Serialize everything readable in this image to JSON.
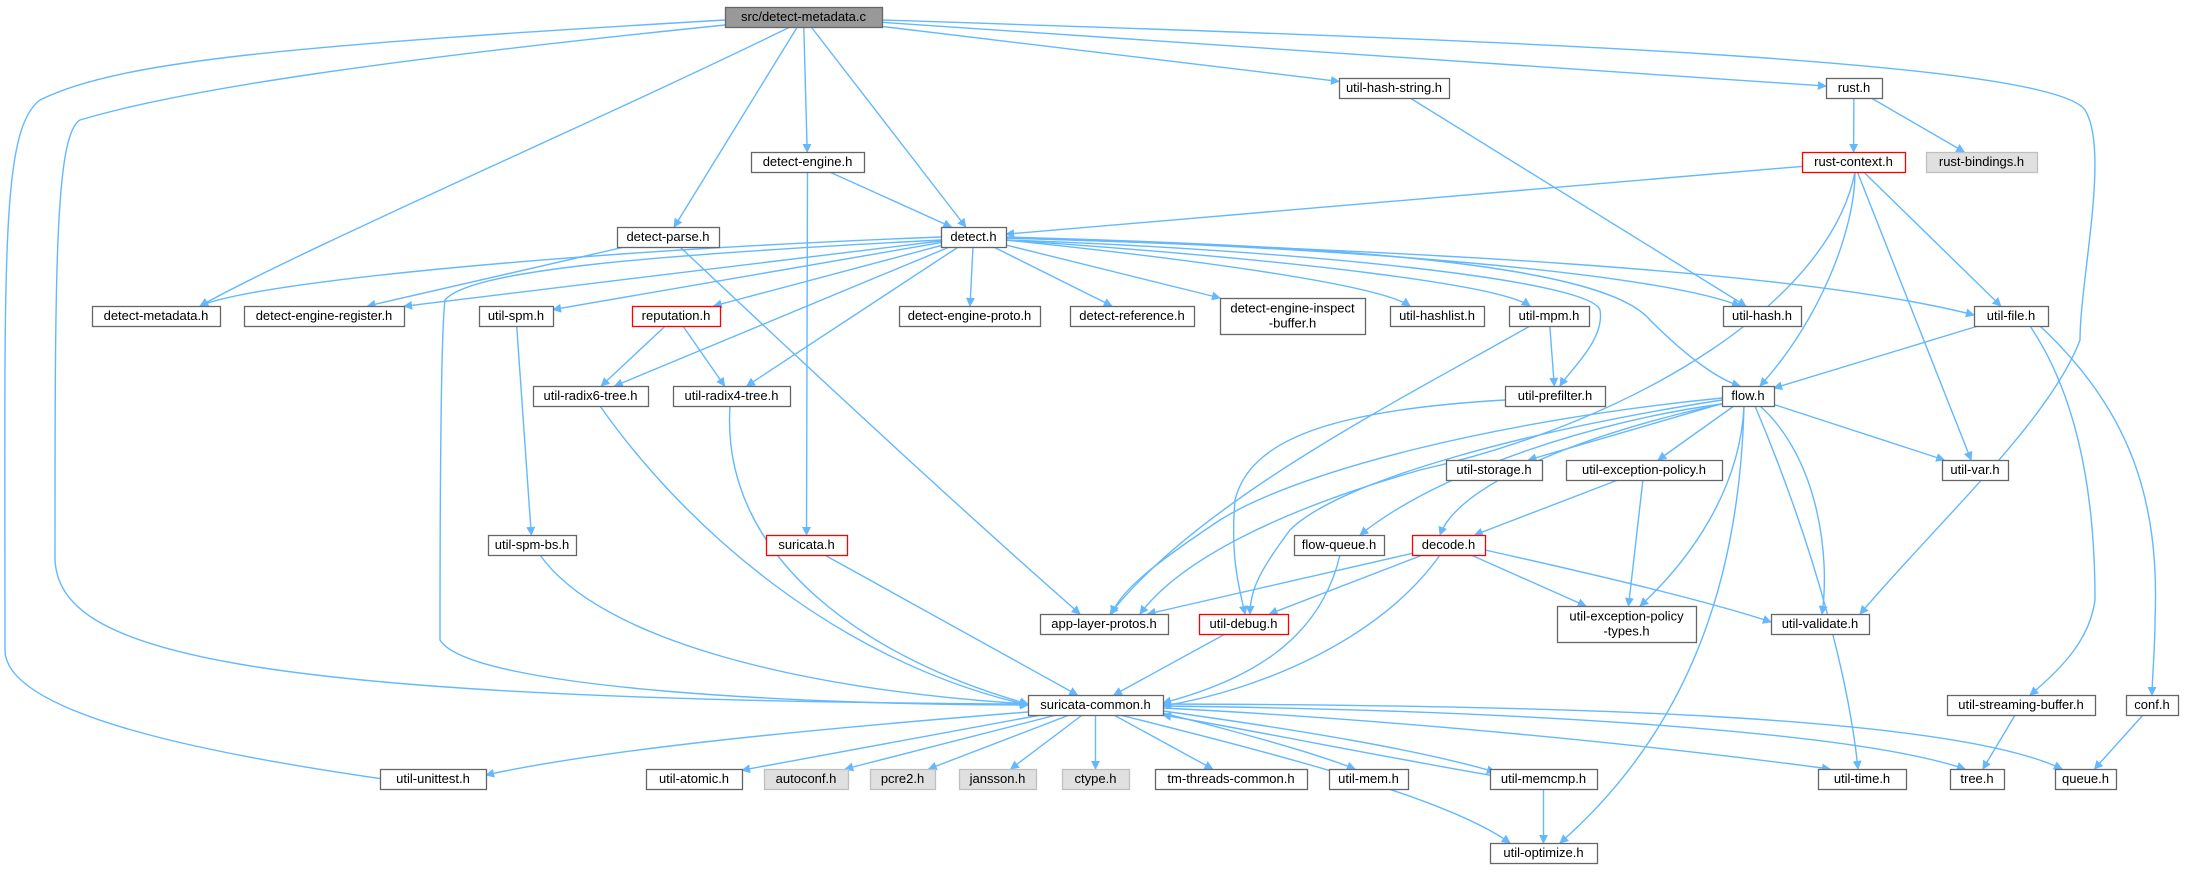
{
  "colors": {
    "edge": "#63b8ff",
    "node_fill": "#ffffff",
    "node_border": "#666666",
    "root_fill": "#999999",
    "external_fill": "#e0e0e0",
    "truncated_border": "#ff0000"
  },
  "nodes": [
    {
      "id": "root",
      "lines": [
        "src/detect-metadata.c"
      ],
      "style": "root"
    },
    {
      "id": "util-hash-string",
      "lines": [
        "util-hash-string.h"
      ],
      "style": "normal"
    },
    {
      "id": "rust",
      "lines": [
        "rust.h"
      ],
      "style": "normal"
    },
    {
      "id": "detect-engine",
      "lines": [
        "detect-engine.h"
      ],
      "style": "normal"
    },
    {
      "id": "rust-context",
      "lines": [
        "rust-context.h"
      ],
      "style": "truncated"
    },
    {
      "id": "rust-bindings",
      "lines": [
        "rust-bindings.h"
      ],
      "style": "external"
    },
    {
      "id": "detect-parse",
      "lines": [
        "detect-parse.h"
      ],
      "style": "normal"
    },
    {
      "id": "detect",
      "lines": [
        "detect.h"
      ],
      "style": "normal"
    },
    {
      "id": "detect-metadata",
      "lines": [
        "detect-metadata.h"
      ],
      "style": "normal"
    },
    {
      "id": "detect-engine-register",
      "lines": [
        "detect-engine-register.h"
      ],
      "style": "normal"
    },
    {
      "id": "util-spm",
      "lines": [
        "util-spm.h"
      ],
      "style": "normal"
    },
    {
      "id": "reputation",
      "lines": [
        "reputation.h"
      ],
      "style": "truncated"
    },
    {
      "id": "detect-engine-proto",
      "lines": [
        "detect-engine-proto.h"
      ],
      "style": "normal"
    },
    {
      "id": "detect-reference",
      "lines": [
        "detect-reference.h"
      ],
      "style": "normal"
    },
    {
      "id": "detect-engine-inspect-buffer",
      "lines": [
        "detect-engine-inspect",
        "-buffer.h"
      ],
      "style": "normal"
    },
    {
      "id": "util-hashlist",
      "lines": [
        "util-hashlist.h"
      ],
      "style": "normal"
    },
    {
      "id": "util-mpm",
      "lines": [
        "util-mpm.h"
      ],
      "style": "normal"
    },
    {
      "id": "util-hash",
      "lines": [
        "util-hash.h"
      ],
      "style": "normal"
    },
    {
      "id": "util-file",
      "lines": [
        "util-file.h"
      ],
      "style": "normal"
    },
    {
      "id": "util-radix6-tree",
      "lines": [
        "util-radix6-tree.h"
      ],
      "style": "normal"
    },
    {
      "id": "util-radix4-tree",
      "lines": [
        "util-radix4-tree.h"
      ],
      "style": "normal"
    },
    {
      "id": "util-prefilter",
      "lines": [
        "util-prefilter.h"
      ],
      "style": "normal"
    },
    {
      "id": "flow",
      "lines": [
        "flow.h"
      ],
      "style": "normal"
    },
    {
      "id": "util-storage",
      "lines": [
        "util-storage.h"
      ],
      "style": "normal"
    },
    {
      "id": "util-exception-policy",
      "lines": [
        "util-exception-policy.h"
      ],
      "style": "normal"
    },
    {
      "id": "util-var",
      "lines": [
        "util-var.h"
      ],
      "style": "normal"
    },
    {
      "id": "util-spm-bs",
      "lines": [
        "util-spm-bs.h"
      ],
      "style": "normal"
    },
    {
      "id": "suricata",
      "lines": [
        "suricata.h"
      ],
      "style": "truncated"
    },
    {
      "id": "flow-queue",
      "lines": [
        "flow-queue.h"
      ],
      "style": "normal"
    },
    {
      "id": "decode",
      "lines": [
        "decode.h"
      ],
      "style": "truncated"
    },
    {
      "id": "app-layer-protos",
      "lines": [
        "app-layer-protos.h"
      ],
      "style": "normal"
    },
    {
      "id": "util-debug",
      "lines": [
        "util-debug.h"
      ],
      "style": "truncated"
    },
    {
      "id": "util-exception-policy-types",
      "lines": [
        "util-exception-policy",
        "-types.h"
      ],
      "style": "normal"
    },
    {
      "id": "util-validate",
      "lines": [
        "util-validate.h"
      ],
      "style": "normal"
    },
    {
      "id": "suricata-common",
      "lines": [
        "suricata-common.h"
      ],
      "style": "normal"
    },
    {
      "id": "util-streaming-buffer",
      "lines": [
        "util-streaming-buffer.h"
      ],
      "style": "normal"
    },
    {
      "id": "conf",
      "lines": [
        "conf.h"
      ],
      "style": "normal"
    },
    {
      "id": "util-unittest",
      "lines": [
        "util-unittest.h"
      ],
      "style": "normal"
    },
    {
      "id": "util-atomic",
      "lines": [
        "util-atomic.h"
      ],
      "style": "normal"
    },
    {
      "id": "autoconf",
      "lines": [
        "autoconf.h"
      ],
      "style": "external"
    },
    {
      "id": "pcre2",
      "lines": [
        "pcre2.h"
      ],
      "style": "external"
    },
    {
      "id": "jansson",
      "lines": [
        "jansson.h"
      ],
      "style": "external"
    },
    {
      "id": "ctype",
      "lines": [
        "ctype.h"
      ],
      "style": "external"
    },
    {
      "id": "tm-threads-common",
      "lines": [
        "tm-threads-common.h"
      ],
      "style": "normal"
    },
    {
      "id": "util-mem",
      "lines": [
        "util-mem.h"
      ],
      "style": "normal"
    },
    {
      "id": "util-memcmp",
      "lines": [
        "util-memcmp.h"
      ],
      "style": "normal"
    },
    {
      "id": "util-time",
      "lines": [
        "util-time.h"
      ],
      "style": "normal"
    },
    {
      "id": "tree",
      "lines": [
        "tree.h"
      ],
      "style": "normal"
    },
    {
      "id": "queue",
      "lines": [
        "queue.h"
      ],
      "style": "normal"
    },
    {
      "id": "util-optimize",
      "lines": [
        "util-optimize.h"
      ],
      "style": "normal"
    }
  ],
  "edges": [
    [
      "root",
      "util-hash-string"
    ],
    [
      "root",
      "rust"
    ],
    [
      "root",
      "detect-engine"
    ],
    [
      "root",
      "detect-parse"
    ],
    [
      "root",
      "detect"
    ],
    [
      "root",
      "detect-metadata"
    ],
    [
      "root",
      "util-unittest"
    ],
    [
      "root",
      "suricata-common"
    ],
    [
      "root",
      "util-validate"
    ],
    [
      "util-hash-string",
      "util-hash"
    ],
    [
      "rust",
      "rust-context"
    ],
    [
      "rust",
      "rust-bindings"
    ],
    [
      "rust-context",
      "detect"
    ],
    [
      "rust-context",
      "util-file"
    ],
    [
      "rust-context",
      "flow"
    ],
    [
      "rust-context",
      "util-var"
    ],
    [
      "rust-context",
      "app-layer-protos"
    ],
    [
      "detect-engine",
      "detect"
    ],
    [
      "detect-engine",
      "suricata"
    ],
    [
      "detect-parse",
      "detect-engine-register"
    ],
    [
      "detect-parse",
      "app-layer-protos"
    ],
    [
      "detect",
      "detect-metadata"
    ],
    [
      "detect",
      "detect-engine-register"
    ],
    [
      "detect",
      "util-spm"
    ],
    [
      "detect",
      "reputation"
    ],
    [
      "detect",
      "detect-engine-proto"
    ],
    [
      "detect",
      "detect-reference"
    ],
    [
      "detect",
      "detect-engine-inspect-buffer"
    ],
    [
      "detect",
      "util-hashlist"
    ],
    [
      "detect",
      "util-mpm"
    ],
    [
      "detect",
      "util-hash"
    ],
    [
      "detect",
      "util-file"
    ],
    [
      "detect",
      "util-radix6-tree"
    ],
    [
      "detect",
      "util-radix4-tree"
    ],
    [
      "detect",
      "util-prefilter"
    ],
    [
      "detect",
      "flow"
    ],
    [
      "detect",
      "suricata-common"
    ],
    [
      "util-spm",
      "util-spm-bs"
    ],
    [
      "reputation",
      "util-radix6-tree"
    ],
    [
      "reputation",
      "util-radix4-tree"
    ],
    [
      "util-mpm",
      "util-prefilter"
    ],
    [
      "util-mpm",
      "app-layer-protos"
    ],
    [
      "util-file",
      "flow"
    ],
    [
      "util-file",
      "util-streaming-buffer"
    ],
    [
      "util-file",
      "conf"
    ],
    [
      "util-radix6-tree",
      "suricata-common"
    ],
    [
      "util-radix4-tree",
      "suricata-common"
    ],
    [
      "util-prefilter",
      "util-debug"
    ],
    [
      "flow",
      "util-storage"
    ],
    [
      "flow",
      "util-exception-policy"
    ],
    [
      "flow",
      "util-var"
    ],
    [
      "flow",
      "flow-queue"
    ],
    [
      "flow",
      "decode"
    ],
    [
      "flow",
      "app-layer-protos"
    ],
    [
      "flow",
      "util-debug"
    ],
    [
      "flow",
      "util-exception-policy-types"
    ],
    [
      "flow",
      "util-validate"
    ],
    [
      "flow",
      "util-time"
    ],
    [
      "flow",
      "util-optimize"
    ],
    [
      "util-exception-policy",
      "decode"
    ],
    [
      "util-exception-policy",
      "util-exception-policy-types"
    ],
    [
      "util-spm-bs",
      "suricata-common"
    ],
    [
      "suricata",
      "suricata-common"
    ],
    [
      "flow-queue",
      "suricata-common"
    ],
    [
      "decode",
      "app-layer-protos"
    ],
    [
      "decode",
      "util-debug"
    ],
    [
      "decode",
      "util-exception-policy-types"
    ],
    [
      "decode",
      "util-validate"
    ],
    [
      "decode",
      "suricata-common"
    ],
    [
      "util-debug",
      "suricata-common"
    ],
    [
      "suricata-common",
      "util-unittest"
    ],
    [
      "suricata-common",
      "util-atomic"
    ],
    [
      "suricata-common",
      "autoconf"
    ],
    [
      "suricata-common",
      "pcre2"
    ],
    [
      "suricata-common",
      "jansson"
    ],
    [
      "suricata-common",
      "ctype"
    ],
    [
      "suricata-common",
      "tm-threads-common"
    ],
    [
      "suricata-common",
      "util-mem"
    ],
    [
      "suricata-common",
      "util-memcmp"
    ],
    [
      "suricata-common",
      "util-time"
    ],
    [
      "suricata-common",
      "tree"
    ],
    [
      "suricata-common",
      "queue"
    ],
    [
      "suricata-common",
      "util-optimize"
    ],
    [
      "util-memcmp",
      "suricata-common"
    ],
    [
      "util-memcmp",
      "util-optimize"
    ],
    [
      "util-streaming-buffer",
      "tree"
    ],
    [
      "conf",
      "queue"
    ]
  ]
}
